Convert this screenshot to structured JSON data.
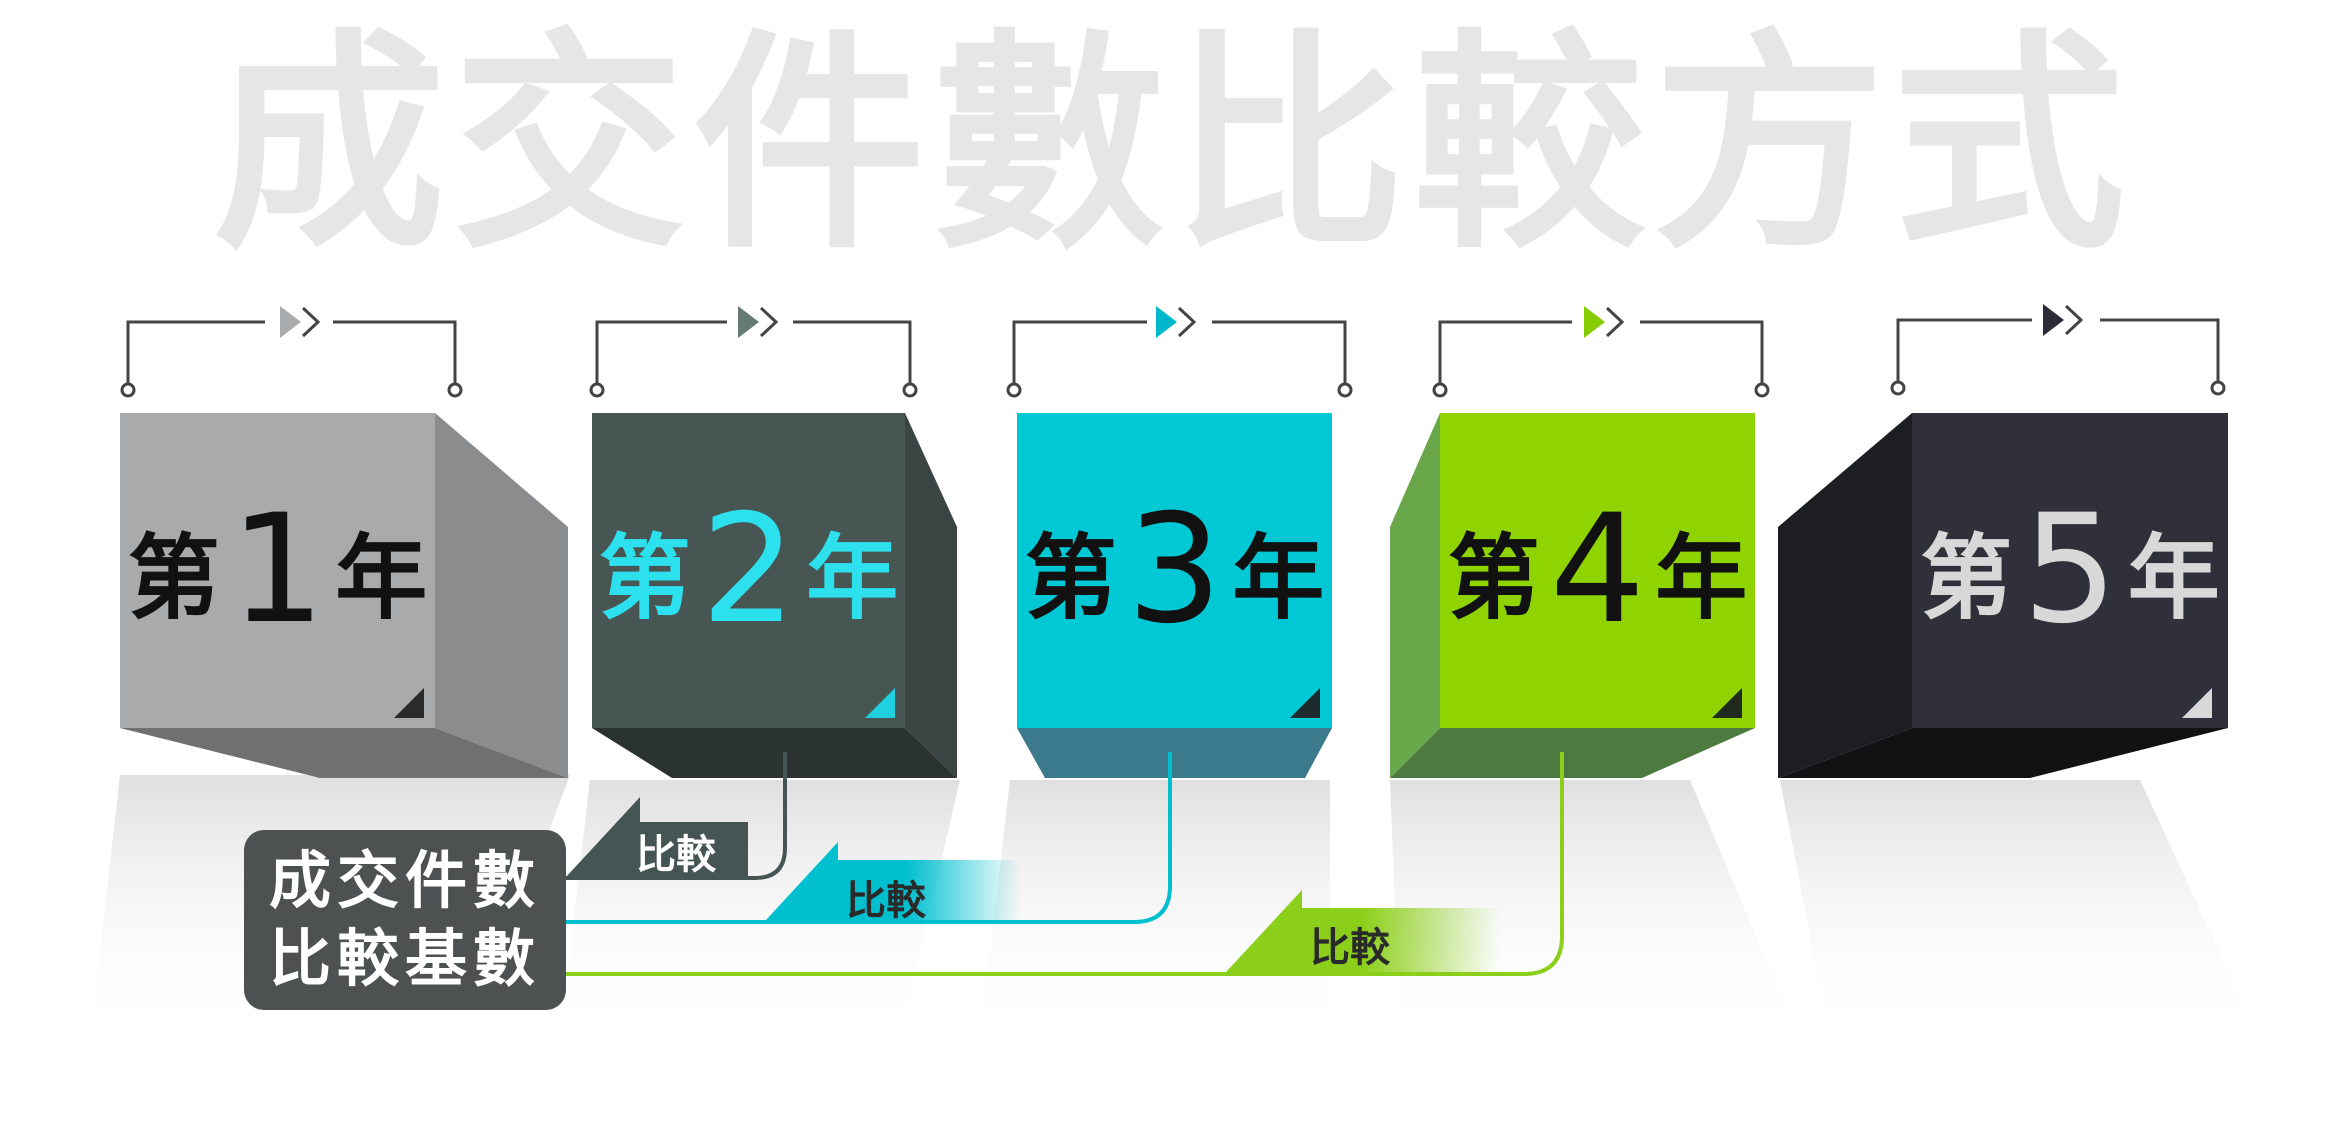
{
  "title": "成交件數比較方式",
  "years": [
    {
      "prefix": "第",
      "number": "1",
      "suffix": "年",
      "front": "#a8aaac",
      "side": "#8a8c8d",
      "bottom": "#6e7071",
      "text": "#111111",
      "accent": "#a9abad",
      "corner": "#2a2a2a"
    },
    {
      "prefix": "第",
      "number": "2",
      "suffix": "年",
      "front": "#485653",
      "side": "#3a4543",
      "bottom": "#2b3331",
      "text": "#2de0ee",
      "accent": "#667a76",
      "corner": "#1ed0e0"
    },
    {
      "prefix": "第",
      "number": "3",
      "suffix": "年",
      "front": "#00c8d4",
      "side": "#2f8fa0",
      "bottom": "#3a7a8c",
      "text": "#111111",
      "accent": "#00b8cc",
      "corner": "#1f2a2c"
    },
    {
      "prefix": "第",
      "number": "4",
      "suffix": "年",
      "front": "#8fd400",
      "side": "#6aa64a",
      "bottom": "#4d7a3e",
      "text": "#111111",
      "accent": "#86cc00",
      "corner": "#1f2a1c"
    },
    {
      "prefix": "第",
      "number": "5",
      "suffix": "年",
      "front": "#2f3039",
      "side": "#1d1e22",
      "bottom": "#121214",
      "text": "#d8d8d8",
      "accent": "#2b2c38",
      "corner": "#d8d8d8"
    }
  ],
  "base_box": {
    "line1": "成交件數",
    "line2": "比較基數",
    "color": "#4e5152"
  },
  "comparisons": [
    {
      "label": "比較",
      "color": "#445553"
    },
    {
      "label": "比較",
      "color": "#00c0d0"
    },
    {
      "label": "比較",
      "color": "#8ccf1a"
    }
  ]
}
